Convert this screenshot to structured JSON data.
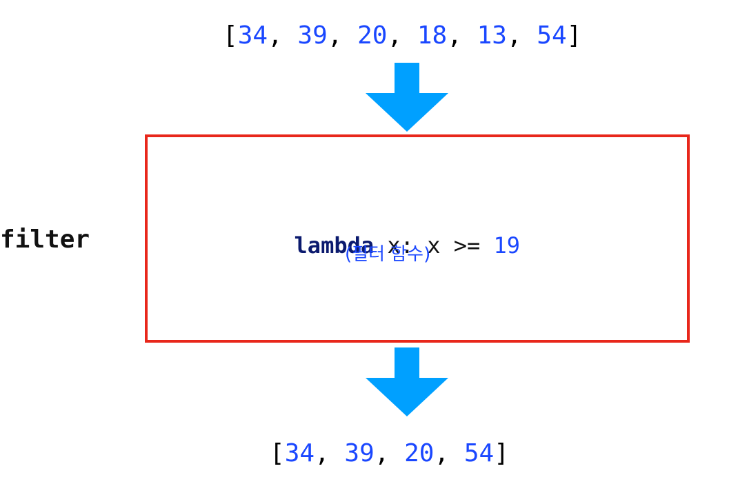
{
  "input_list": {
    "open": "[",
    "close": "]",
    "sep": ", ",
    "items": [
      "34",
      "39",
      "20",
      "18",
      "13",
      "54"
    ]
  },
  "output_list": {
    "open": "[",
    "close": "]",
    "sep": ", ",
    "items": [
      "34",
      "39",
      "20",
      "54"
    ]
  },
  "filter_box": {
    "keyword": "lambda",
    "expr": " x: x >= ",
    "threshold": "19",
    "caption": "(필터 함수)"
  },
  "side_label": "filter",
  "colors": {
    "arrow": "#00a0ff",
    "box_border": "#e8271b",
    "number": "#1a47ff",
    "keyword": "#0b1a6e"
  }
}
